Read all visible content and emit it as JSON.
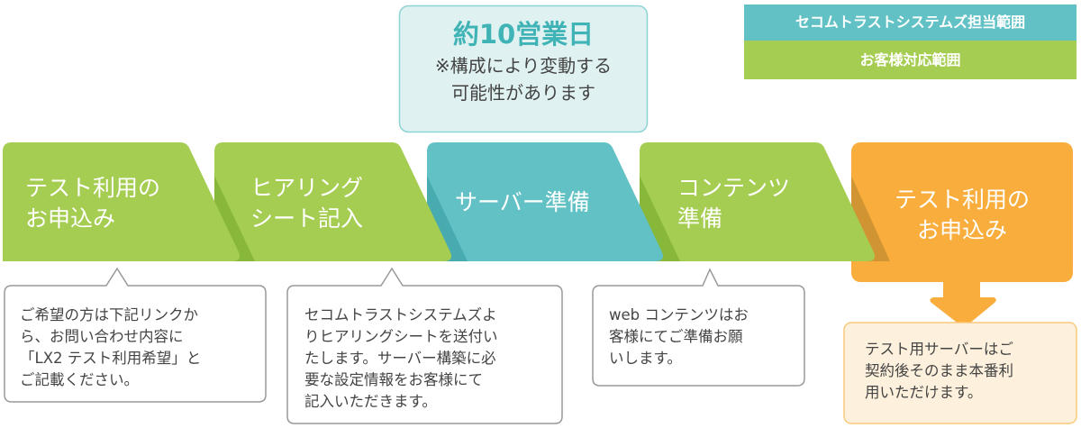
{
  "legend": {
    "secom_label": "セコムトラストシステムズ担当範囲",
    "customer_label": "お客様対応範囲"
  },
  "duration": {
    "title": "約10営業日",
    "line1": "※構成により変動する",
    "line2": "可能性があります"
  },
  "steps": [
    {
      "line1": "テスト利用の",
      "line2": "お申込み"
    },
    {
      "line1": "ヒアリング",
      "line2": "シート記入"
    },
    {
      "line1": "サーバー準備"
    },
    {
      "line1": "コンテンツ",
      "line2": "準備"
    },
    {
      "line1": "テスト利用の",
      "line2": "お申込み"
    }
  ],
  "notes": [
    {
      "lines": [
        "ご希望の方は下記リンクか",
        "ら、お問い合わせ内容に",
        "「LX2 テスト利用希望」と",
        "ご記載ください。"
      ]
    },
    {
      "lines": [
        "セコムトラストシステムズよ",
        "りヒアリングシートを送付い",
        "たします。サーバー構築に必",
        "要な設定情報をお客様にて",
        "記入いただきます。"
      ]
    },
    {
      "lines": [
        "web コンテンツはお",
        "客様にてご準備お願",
        "いします。"
      ]
    },
    {
      "lines": [
        "テスト用サーバーはご",
        "契約後そのまま本番利",
        "用いただけます。"
      ]
    }
  ],
  "colors": {
    "green": "#a5cd52",
    "green_dark": "#88b83a",
    "teal": "#62c1c4",
    "teal_dark": "#47abb0",
    "orange": "#f9ad3c",
    "orange_dark": "#d09432"
  }
}
